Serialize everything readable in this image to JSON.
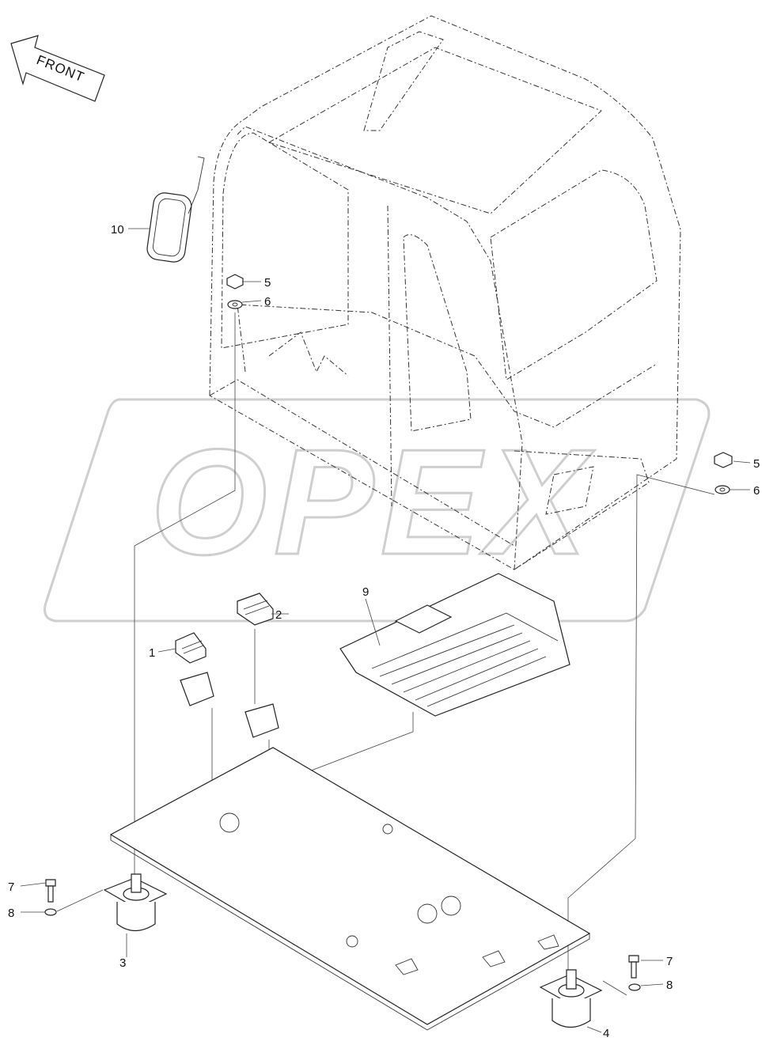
{
  "direction_label": "FRONT",
  "callouts": [
    {
      "id": "c1",
      "label": "1"
    },
    {
      "id": "c2",
      "label": "2"
    },
    {
      "id": "c3",
      "label": "3"
    },
    {
      "id": "c4",
      "label": "4"
    },
    {
      "id": "c5a",
      "label": "5"
    },
    {
      "id": "c6a",
      "label": "6"
    },
    {
      "id": "c5b",
      "label": "5"
    },
    {
      "id": "c6b",
      "label": "6"
    },
    {
      "id": "c7a",
      "label": "7"
    },
    {
      "id": "c8a",
      "label": "8"
    },
    {
      "id": "c7b",
      "label": "7"
    },
    {
      "id": "c8b",
      "label": "8"
    },
    {
      "id": "c9",
      "label": "9"
    },
    {
      "id": "c10",
      "label": "10"
    }
  ],
  "watermark": "OPEX"
}
